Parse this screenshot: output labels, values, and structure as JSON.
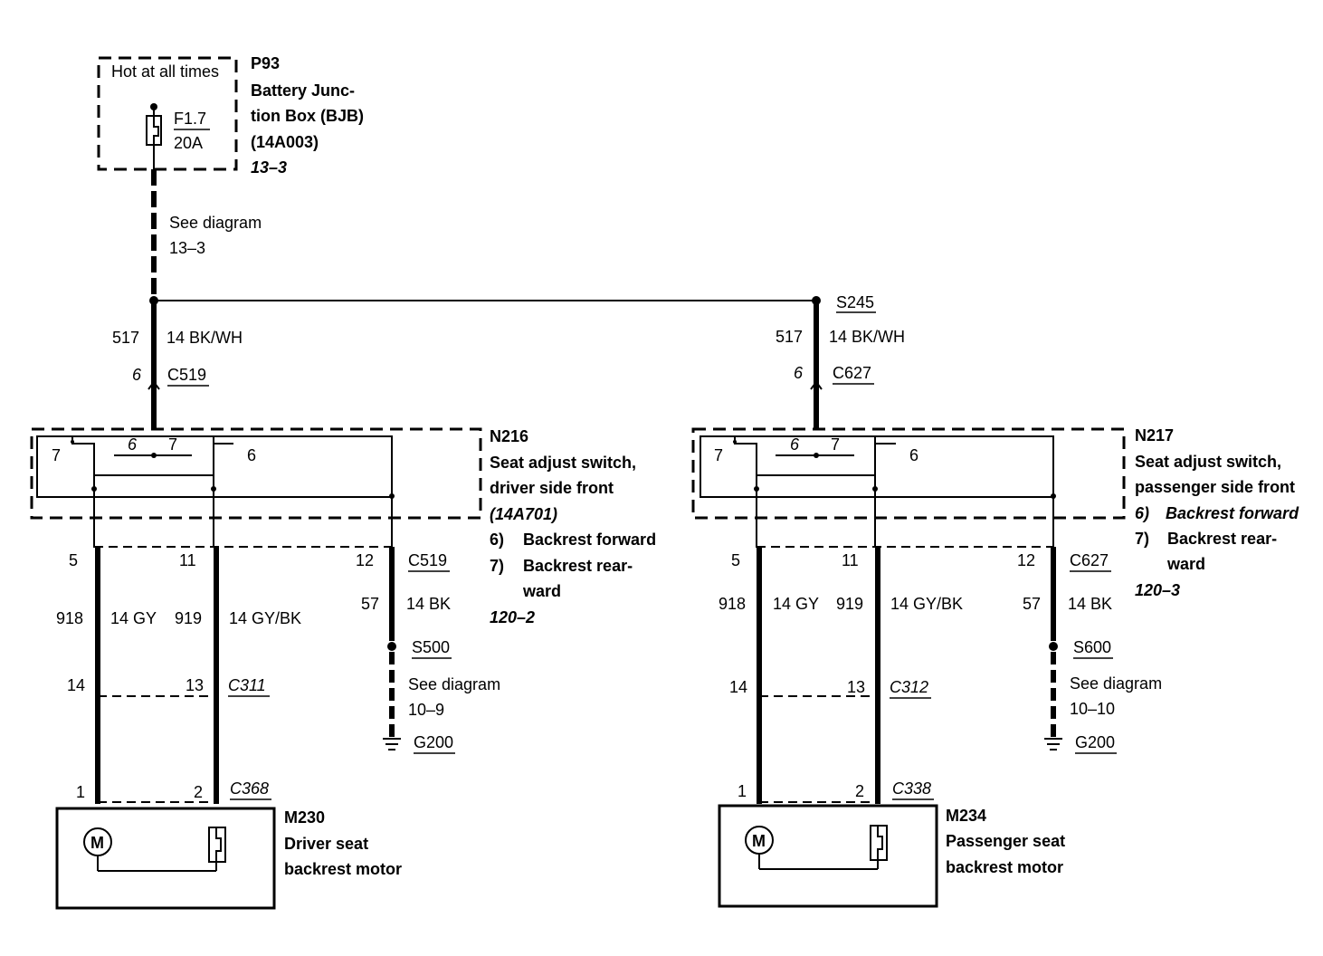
{
  "bjb": {
    "hot_label": "Hot at all times",
    "ref": "P93",
    "name_line1": "Battery Junc-",
    "name_line2": "tion Box (BJB)",
    "part": "(14A003)",
    "page": "13–3",
    "fuse_id": "F1.7",
    "fuse_rating": "20A"
  },
  "feed": {
    "see_line1": "See diagram",
    "see_line2": "13–3",
    "splice": "S245"
  },
  "left": {
    "feed_circuit": "517",
    "feed_wire": "14 BK/WH",
    "feed_pin": "6",
    "feed_conn": "C519",
    "switch": {
      "ref": "N216",
      "name_line1": "Seat adjust switch,",
      "name_line2": "driver side front",
      "part": "(14A701)",
      "note6_num": "6)",
      "note6_text": "Backrest forward",
      "note7_num": "7)",
      "note7_line1": "Backrest rear-",
      "note7_line2": "ward",
      "page": "120–2",
      "pos_a": "7",
      "pos_b": "6",
      "pos_c": "7",
      "pos_d": "6"
    },
    "pins_top": {
      "a": "5",
      "b": "11",
      "c": "12",
      "conn": "C519"
    },
    "wires": {
      "a_circuit": "918",
      "a_wire": "14 GY",
      "b_circuit": "919",
      "b_wire": "14 GY/BK",
      "c_circuit": "57",
      "c_wire": "14 BK"
    },
    "splice": "S500",
    "see_line1": "See diagram",
    "see_line2": "10–9",
    "ground": "G200",
    "pins_mid": {
      "a": "14",
      "b": "13",
      "conn": "C311"
    },
    "pins_bot": {
      "a": "1",
      "b": "2",
      "conn": "C368"
    },
    "motor": {
      "ref": "M230",
      "name_line1": "Driver seat",
      "name_line2": "backrest motor",
      "symbol": "M"
    }
  },
  "right": {
    "feed_circuit": "517",
    "feed_wire": "14 BK/WH",
    "feed_pin": "6",
    "feed_conn": "C627",
    "switch": {
      "ref": "N217",
      "name_line1": "Seat adjust switch,",
      "name_line2": "passenger side front",
      "note6_num": "6)",
      "note6_text": "Backrest forward",
      "note7_num": "7)",
      "note7_line1": "Backrest rear-",
      "note7_line2": "ward",
      "page": "120–3",
      "pos_a": "7",
      "pos_b": "6",
      "pos_c": "7",
      "pos_d": "6"
    },
    "pins_top": {
      "a": "5",
      "b": "11",
      "c": "12",
      "conn": "C627"
    },
    "wires": {
      "a_circuit": "918",
      "a_wire": "14 GY",
      "b_circuit": "919",
      "b_wire": "14 GY/BK",
      "c_circuit": "57",
      "c_wire": "14 BK"
    },
    "splice": "S600",
    "see_line1": "See diagram",
    "see_line2": "10–10",
    "ground": "G200",
    "pins_mid": {
      "a": "14",
      "b": "13",
      "conn": "C312"
    },
    "pins_bot": {
      "a": "1",
      "b": "2",
      "conn": "C338"
    },
    "motor": {
      "ref": "M234",
      "name_line1": "Passenger seat",
      "name_line2": "backrest motor",
      "symbol": "M"
    }
  }
}
